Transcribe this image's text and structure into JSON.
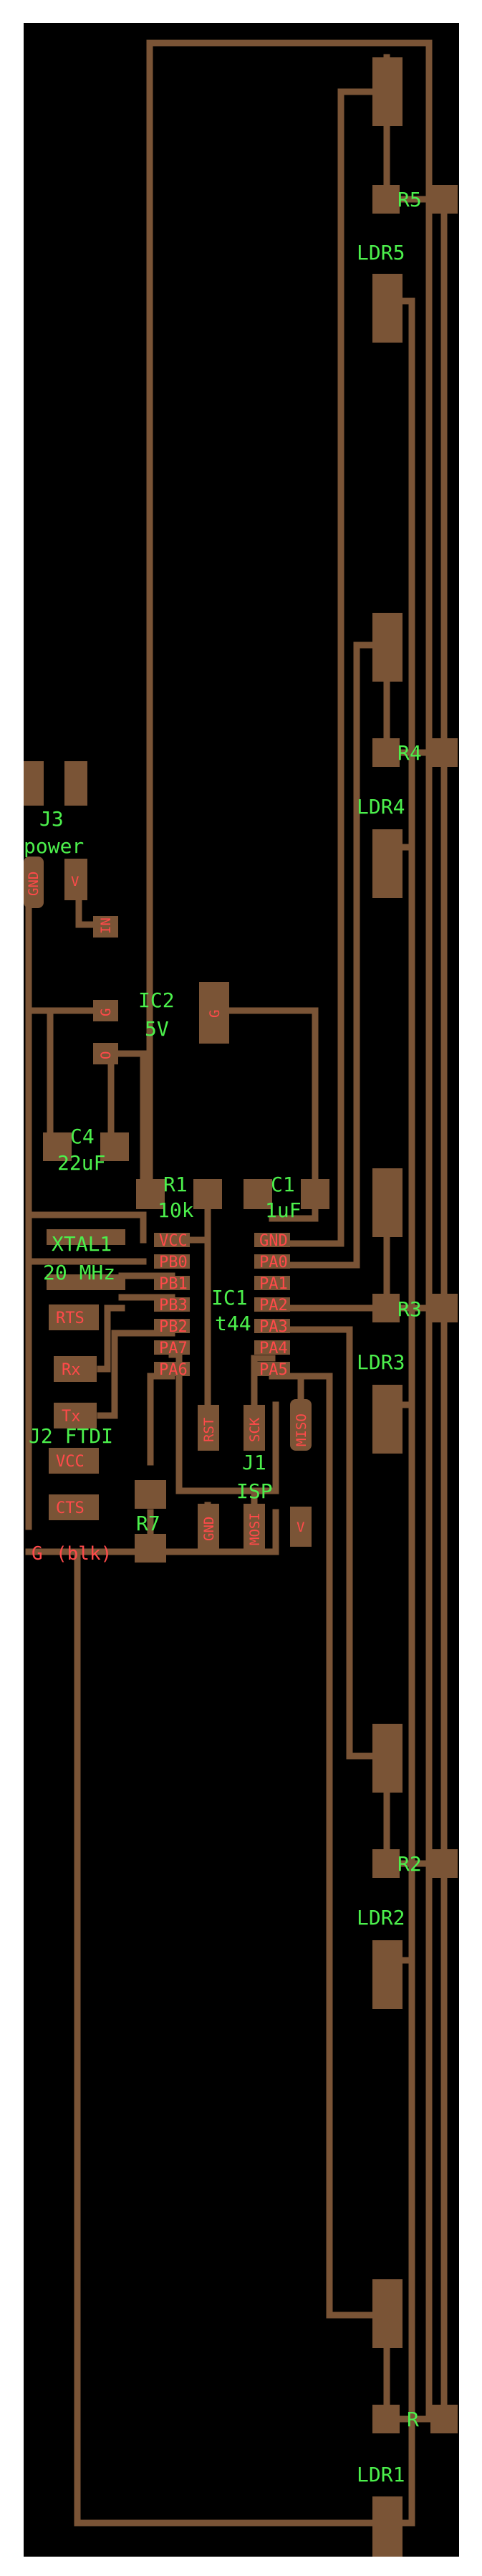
{
  "colors": {
    "background": "#ffffff",
    "board": "#000000",
    "copper": "#7a5436",
    "silkscreen": "#4cf04c",
    "pin_label": "#ff4a4a"
  },
  "components": {
    "R5": "R5",
    "LDR5": "LDR5",
    "R4": "R4",
    "LDR4": "LDR4",
    "R3": "R3",
    "LDR3": "LDR3",
    "R2": "R2",
    "LDR2": "LDR2",
    "R": "R",
    "LDR1": "LDR1",
    "J3": "J3",
    "J3_sub": "power",
    "IC2": "IC2",
    "IC2_value": "5V",
    "C4": "C4",
    "C4_value": "22uF",
    "R1": "R1",
    "R1_value": "10k",
    "C1": "C1",
    "C1_value": "1uF",
    "XTAL1": "XTAL1",
    "XTAL1_value": "20 MHz",
    "IC1": "IC1",
    "IC1_value": "t44",
    "J2": "J2 FTDI",
    "J1": "J1",
    "J1_sub": "ISP",
    "R7": "R7"
  },
  "pins": {
    "j3_gnd": "GND",
    "j3_v": "V",
    "ic2_in": "IN",
    "ic2_out": "O",
    "ic2_gnd": "G",
    "vcc": "VCC",
    "pb0": "PB0",
    "pb1": "PB1",
    "pb3": "PB3",
    "pb2": "PB2",
    "pa7": "PA7",
    "pa6": "PA6",
    "gnd": "GND",
    "pa0": "PA0",
    "pa1": "PA1",
    "pa2": "PA2",
    "pa3": "PA3",
    "pa4": "PA4",
    "pa5": "PA5",
    "rts": "RTS",
    "rx": "Rx",
    "tx": "Tx",
    "ftdi_vcc": "VCC",
    "cts": "CTS",
    "ftdi_g": "G",
    "ftdi_blk": "(blk)",
    "rst": "RST",
    "sck": "SCK",
    "miso": "MISO",
    "isp_gnd": "GND",
    "mosi": "MOSI",
    "isp_v": "V"
  }
}
